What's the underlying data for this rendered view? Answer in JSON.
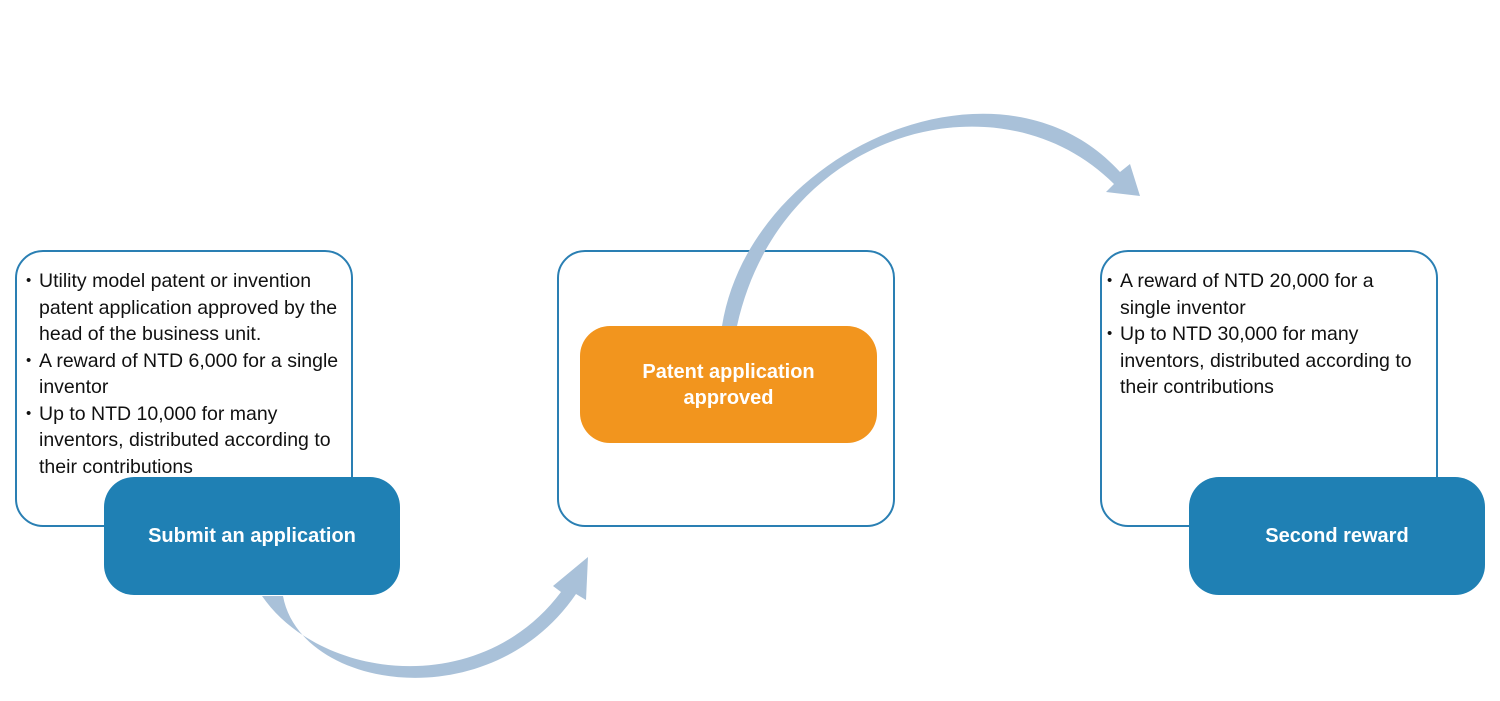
{
  "diagram": {
    "steps": [
      {
        "title": "Submit an application",
        "bullets": [
          "Utility model patent or invention patent application approved by the head of the business unit.",
          "A reward of NTD 6,000 for a single inventor",
          "Up to NTD 10,000 for many inventors, distributed according to their contributions"
        ]
      },
      {
        "title": "Patent application approved",
        "bullets": []
      },
      {
        "title": "Second reward",
        "bullets": [
          "A reward of NTD 20,000 for a single inventor",
          "Up to NTD 30,000 for many inventors, distributed according to their contributions"
        ]
      }
    ],
    "colors": {
      "step_blue": "#1f80b4",
      "step_orange": "#f2951e",
      "box_border": "#2a7fb3",
      "arrow": "#a9c1d9"
    }
  }
}
